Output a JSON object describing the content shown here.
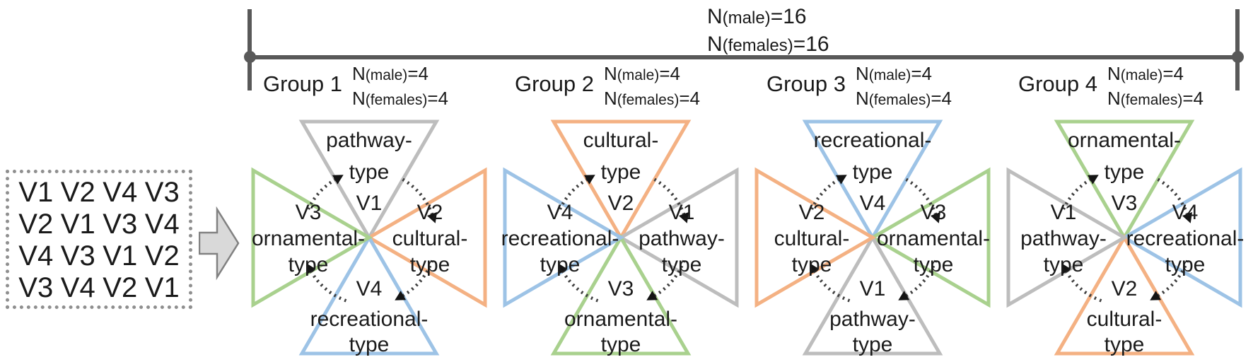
{
  "matrix": {
    "rows": [
      [
        "V1",
        "V2",
        "V4",
        "V3"
      ],
      [
        "V2",
        "V1",
        "V3",
        "V4"
      ],
      [
        "V4",
        "V3",
        "V1",
        "V2"
      ],
      [
        "V3",
        "V4",
        "V2",
        "V1"
      ]
    ]
  },
  "totals": {
    "male": {
      "prefix": "N",
      "paren": "(male)",
      "value": "=16"
    },
    "females": {
      "prefix": "N",
      "paren": "(females)",
      "value": "=16"
    }
  },
  "colors": {
    "bracket": "#595959",
    "triangle_gray": "#bdbdbd",
    "triangle_orange": "#f4b183",
    "triangle_blue": "#9dc3e6",
    "triangle_green": "#a9d18e"
  },
  "groups": [
    {
      "name": "Group 1",
      "n_male": {
        "prefix": "N",
        "paren": "(male)",
        "value": "=4"
      },
      "n_females": {
        "prefix": "N",
        "paren": "(females)",
        "value": "=4"
      },
      "triangles": {
        "top": {
          "color": "#bdbdbd",
          "lines": [
            "pathway-",
            "type",
            "V1"
          ]
        },
        "right": {
          "color": "#f4b183",
          "lines": [
            "V2",
            "cultural-",
            "type"
          ]
        },
        "bottom": {
          "color": "#9dc3e6",
          "lines": [
            "V4",
            "recreational-",
            "type"
          ]
        },
        "left": {
          "color": "#a9d18e",
          "lines": [
            "V3",
            "ornamental-",
            "type"
          ]
        }
      }
    },
    {
      "name": "Group 2",
      "n_male": {
        "prefix": "N",
        "paren": "(male)",
        "value": "=4"
      },
      "n_females": {
        "prefix": "N",
        "paren": "(females)",
        "value": "=4"
      },
      "triangles": {
        "top": {
          "color": "#f4b183",
          "lines": [
            "cultural-",
            "type",
            "V2"
          ]
        },
        "right": {
          "color": "#bdbdbd",
          "lines": [
            "V1",
            "pathway-",
            "type"
          ]
        },
        "bottom": {
          "color": "#a9d18e",
          "lines": [
            "V3",
            "ornamental-",
            "type"
          ]
        },
        "left": {
          "color": "#9dc3e6",
          "lines": [
            "V4",
            "recreational-",
            "type"
          ]
        }
      }
    },
    {
      "name": "Group 3",
      "n_male": {
        "prefix": "N",
        "paren": "(male)",
        "value": "=4"
      },
      "n_females": {
        "prefix": "N",
        "paren": "(females)",
        "value": "=4"
      },
      "triangles": {
        "top": {
          "color": "#9dc3e6",
          "lines": [
            "recreational-",
            "type",
            "V4"
          ]
        },
        "right": {
          "color": "#a9d18e",
          "lines": [
            "V3",
            "ornamental-",
            "type"
          ]
        },
        "bottom": {
          "color": "#bdbdbd",
          "lines": [
            "V1",
            "pathway-",
            "type"
          ]
        },
        "left": {
          "color": "#f4b183",
          "lines": [
            "V2",
            "cultural-",
            "type"
          ]
        }
      }
    },
    {
      "name": "Group 4",
      "n_male": {
        "prefix": "N",
        "paren": "(male)",
        "value": "=4"
      },
      "n_females": {
        "prefix": "N",
        "paren": "(females)",
        "value": "=4"
      },
      "triangles": {
        "top": {
          "color": "#a9d18e",
          "lines": [
            "ornamental-",
            "type",
            "V3"
          ]
        },
        "right": {
          "color": "#9dc3e6",
          "lines": [
            "V4",
            "recreational-",
            "type"
          ]
        },
        "bottom": {
          "color": "#f4b183",
          "lines": [
            "V2",
            "cultural-",
            "type"
          ]
        },
        "left": {
          "color": "#bdbdbd",
          "lines": [
            "V1",
            "pathway-",
            "type"
          ]
        }
      }
    }
  ]
}
